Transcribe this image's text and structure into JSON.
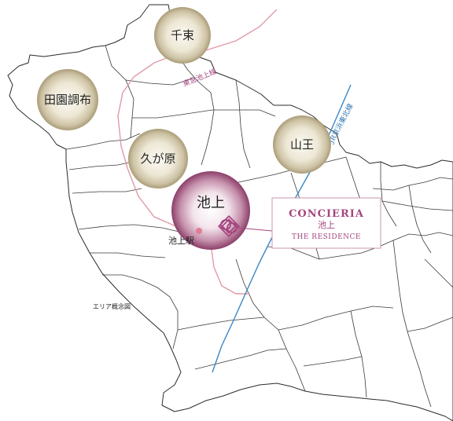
{
  "areas": {
    "senzoku": "千束",
    "denenchofu": "田園調布",
    "kugahara": "久が原",
    "sanno": "山王",
    "ikegami": "池上"
  },
  "station": "池上駅",
  "lines": {
    "tokyu": "東急池上線",
    "jr": "JR京浜東北線"
  },
  "brand": {
    "name": "CONCIERIA",
    "area": "池上",
    "sub": "THE RESIDENCE"
  },
  "caption": "エリア概念図",
  "colors": {
    "brand": "#a4477f",
    "tokyu_line": "#e19aa6",
    "jr_line": "#3a86c4",
    "area_circle": "#c2b697"
  }
}
